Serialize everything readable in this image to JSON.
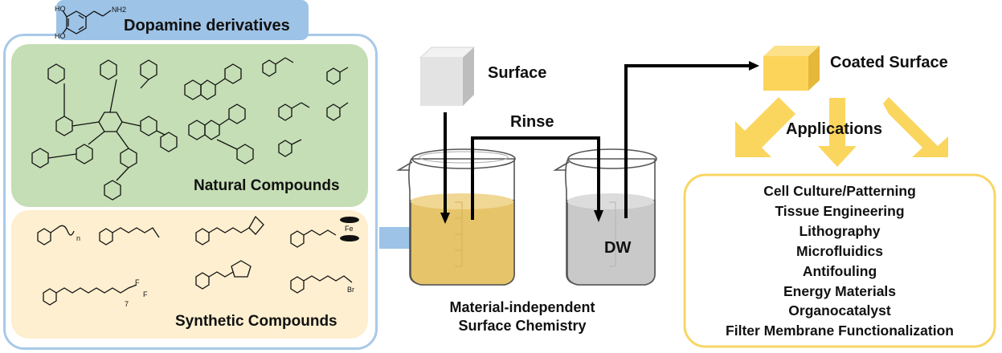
{
  "left_panel": {
    "header": {
      "title": "Dopamine derivatives",
      "molecule": {
        "ho_top": "HO",
        "ho_bottom": "HO",
        "amine": "NH2"
      }
    },
    "natural": {
      "label": "Natural Compounds"
    },
    "synthetic": {
      "label": "Synthetic Compounds",
      "fe_label": "Fe",
      "br_label": "Br",
      "n_label": "n",
      "f_label": "F",
      "seven_label": "7"
    }
  },
  "process": {
    "surface_label": "Surface",
    "rinse_label": "Rinse",
    "dw_label": "DW",
    "caption_line1": "Material-independent",
    "caption_line2": "Surface Chemistry"
  },
  "result": {
    "coated_label": "Coated Surface",
    "applications_label": "Applications",
    "applications": [
      "Cell Culture/Patterning",
      "Tissue Engineering",
      "Lithography",
      "Microfluidics",
      "Antifouling",
      "Energy Materials",
      "Organocatalyst",
      "Filter Membrane Functionalization"
    ]
  },
  "colors": {
    "blue_frame": "#a9c9e8",
    "blue_header": "#9dc3e6",
    "natural_bg": "#c5deb5",
    "synthetic_bg": "#fdefcf",
    "solution": "#e6c46a",
    "water": "#c9c9c9",
    "coated": "#fcd45a",
    "app_frame": "#f7d663"
  }
}
